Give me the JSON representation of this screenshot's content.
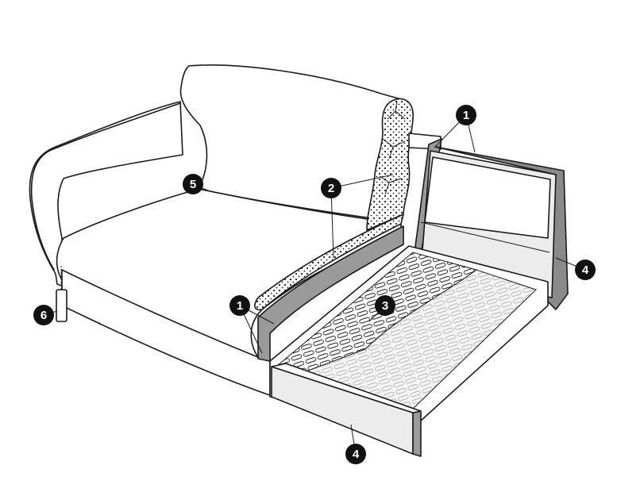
{
  "diagram": {
    "callouts": [
      {
        "id": "c1a",
        "label": "1"
      },
      {
        "id": "c1b",
        "label": "1"
      },
      {
        "id": "c2",
        "label": "2"
      },
      {
        "id": "c3",
        "label": "3"
      },
      {
        "id": "c4a",
        "label": "4"
      },
      {
        "id": "c4b",
        "label": "4"
      },
      {
        "id": "c5",
        "label": "5"
      },
      {
        "id": "c6",
        "label": "6"
      }
    ],
    "colors": {
      "ink": "#1a1a1a",
      "board": "#9a9a9a",
      "panel": "#ececec",
      "upholstery": "#ffffff",
      "callout": "#111111"
    }
  }
}
